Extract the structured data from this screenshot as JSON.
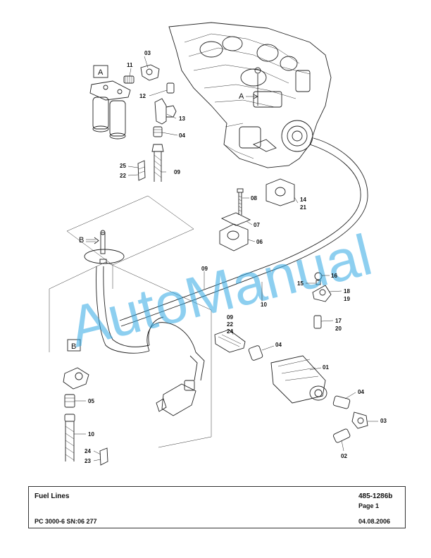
{
  "diagram": {
    "box_labels": {
      "a": "A",
      "b": "B"
    },
    "arrow_labels": {
      "a": "A",
      "b": "B"
    },
    "callouts": {
      "c03_top": "03",
      "c11": "11",
      "c12": "12",
      "c13": "13",
      "c04_top": "04",
      "c25": "25",
      "c22_top": "22",
      "c09_top": "09",
      "c08": "08",
      "c14": "14",
      "c21": "21",
      "c07": "07",
      "c06": "06",
      "c16": "16",
      "c15": "15",
      "c18": "18",
      "c19": "19",
      "c17": "17",
      "c20": "20",
      "c09_mid": "09",
      "c10_mid": "10",
      "c09_grp": "09",
      "c22_grp": "22",
      "c24_grp": "24",
      "c04_mid": "04",
      "c01": "01",
      "c04_right": "04",
      "c03_right": "03",
      "c02": "02",
      "c05": "05",
      "c10_left": "10",
      "c24_left": "24",
      "c23": "23"
    }
  },
  "watermark": "AutoManual",
  "title_block": {
    "title": "Fuel Lines",
    "drawing_number": "485-1286b",
    "page": "Page 1",
    "model": "PC 3000-6 SN:06 277",
    "date": "04.08.2006"
  }
}
